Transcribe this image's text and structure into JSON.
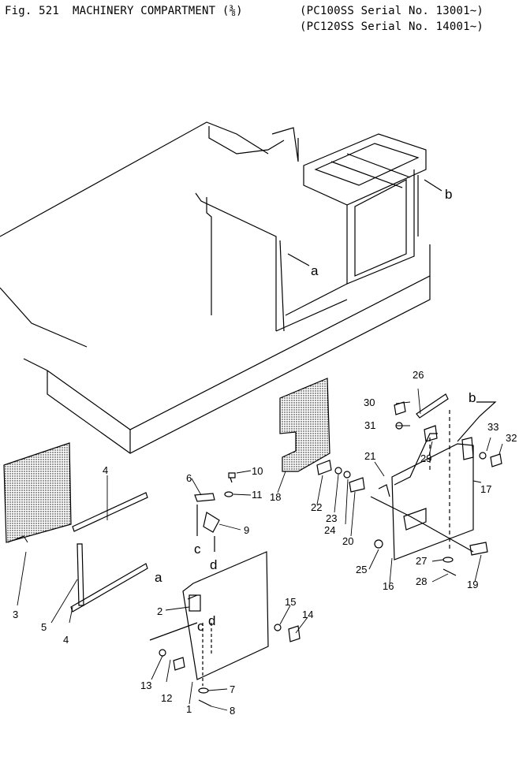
{
  "header": {
    "fig_no": "Fig. 521",
    "title": "MACHINERY COMPARTMENT (⅜)",
    "model_line_1": "(PC100SS Serial No. 13001~)",
    "model_line_2": "(PC120SS Serial No. 14001~)"
  },
  "callouts": [
    "1",
    "2",
    "3",
    "4",
    "4",
    "5",
    "6",
    "7",
    "8",
    "9",
    "10",
    "11",
    "12",
    "13",
    "14",
    "15",
    "16",
    "17",
    "18",
    "19",
    "20",
    "21",
    "22",
    "23",
    "24",
    "25",
    "26",
    "27",
    "28",
    "29",
    "30",
    "31",
    "32",
    "33"
  ],
  "ref_marks": {
    "a": "a",
    "b": "b",
    "c": "c",
    "d": "d"
  },
  "colors": {
    "ink": "#000000",
    "paper": "#ffffff"
  }
}
